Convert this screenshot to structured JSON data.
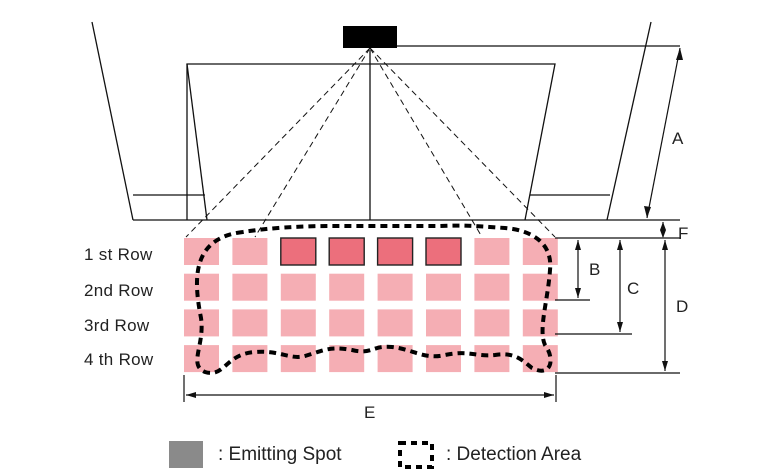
{
  "rows": {
    "labels": [
      "1 st Row",
      "2nd Row",
      "3rd Row",
      "4 th Row"
    ]
  },
  "dimensions": {
    "a": "A",
    "b": "B",
    "c": "C",
    "d": "D",
    "e": "E",
    "f": "F"
  },
  "grid": {
    "columns": 8,
    "rows": 4,
    "emitting_cells_row1": [
      2,
      3,
      4,
      5
    ]
  },
  "legend": {
    "emitting_spot": ": Emitting Spot",
    "detection_area": ": Detection Area"
  },
  "colors": {
    "cell": "#f5aeb4",
    "emitting_cell": "#ec6f7c",
    "sensor": "#000000",
    "legend_swatch": "#8a8a8a"
  }
}
